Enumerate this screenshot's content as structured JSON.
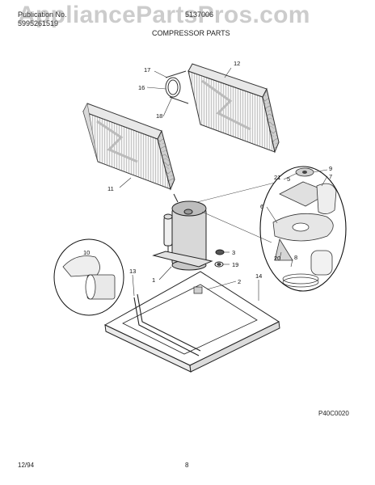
{
  "header": {
    "publication_label": "Publication No.",
    "publication_number": "5995261519",
    "model": "5137006",
    "section_title": "COMPRESSOR PARTS"
  },
  "watermark": "AppliancePartsPros.com",
  "callouts": [
    "1",
    "2",
    "3",
    "5",
    "6",
    "7",
    "8",
    "9",
    "10",
    "11",
    "12",
    "13",
    "14",
    "16",
    "17",
    "18",
    "19",
    "20",
    "21"
  ],
  "drawing_code": "P40C0020",
  "footer": {
    "date": "12/94",
    "page": "8"
  }
}
